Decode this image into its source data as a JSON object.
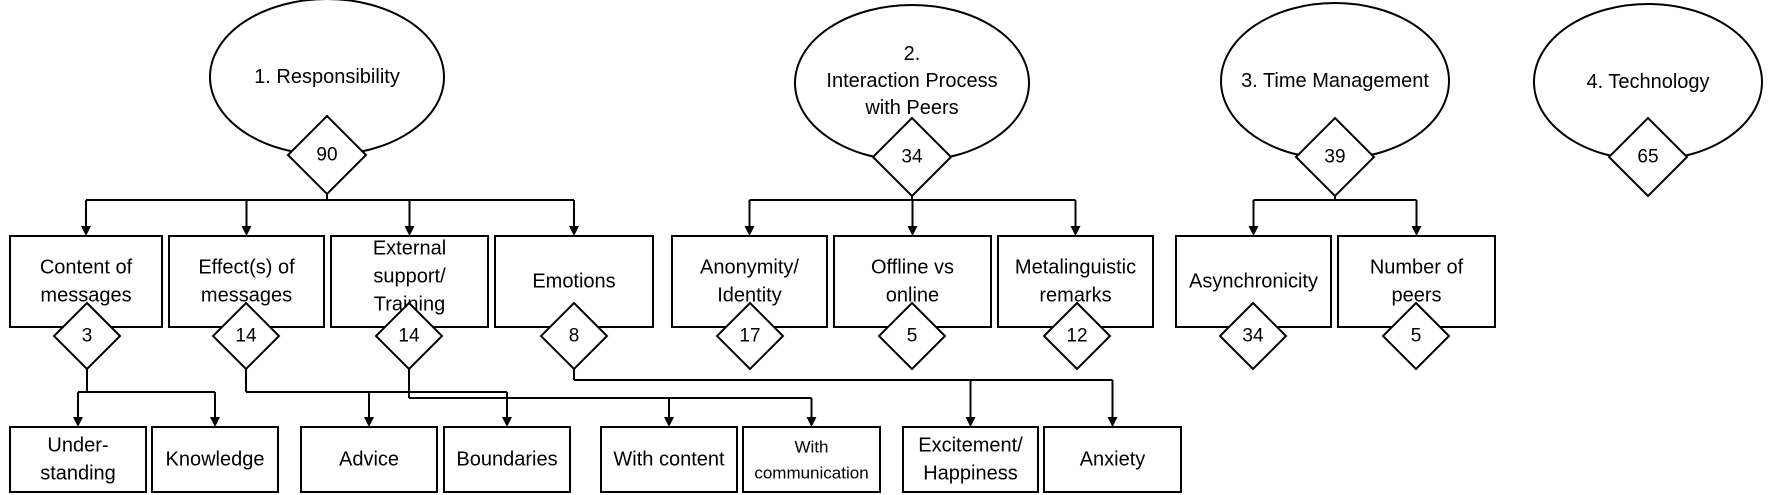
{
  "themes": [
    {
      "id": "responsibility",
      "label_lines": [
        "1. Responsibility"
      ],
      "count": "90",
      "subcategories": [
        {
          "id": "content-of-messages",
          "label_lines": [
            "Content of",
            "messages"
          ],
          "count": "3"
        },
        {
          "id": "effects-of-messages",
          "label_lines": [
            "Effect(s) of",
            "messages"
          ],
          "count": "14"
        },
        {
          "id": "external-support-training",
          "label_lines": [
            "External",
            "support/",
            "Training"
          ],
          "count": "14"
        },
        {
          "id": "emotions",
          "label_lines": [
            "Emotions"
          ],
          "count": "8"
        }
      ]
    },
    {
      "id": "interaction-process",
      "label_lines": [
        "2.",
        "Interaction Process",
        "with Peers"
      ],
      "count": "34",
      "subcategories": [
        {
          "id": "anonymity-identity",
          "label_lines": [
            "Anonymity/",
            "Identity"
          ],
          "count": "17"
        },
        {
          "id": "offline-vs-online",
          "label_lines": [
            "Offline vs",
            "online"
          ],
          "count": "5"
        },
        {
          "id": "metalinguistic-remarks",
          "label_lines": [
            "Metalinguistic",
            "remarks"
          ],
          "count": "12"
        }
      ]
    },
    {
      "id": "time-management",
      "label_lines": [
        "3. Time Management"
      ],
      "count": "39",
      "subcategories": [
        {
          "id": "asynchronicity",
          "label_lines": [
            "Asynchronicity"
          ],
          "count": "34"
        },
        {
          "id": "number-of-peers",
          "label_lines": [
            "Number of",
            "peers"
          ],
          "count": "5"
        }
      ]
    },
    {
      "id": "technology",
      "label_lines": [
        "4. Technology"
      ],
      "count": "65",
      "subcategories": []
    }
  ],
  "leaves": [
    {
      "id": "under-standing",
      "parent": "content-of-messages",
      "label_lines": [
        "Under-",
        "standing"
      ]
    },
    {
      "id": "knowledge",
      "parent": "content-of-messages",
      "label_lines": [
        "Knowledge"
      ]
    },
    {
      "id": "advice",
      "parent": "effects-of-messages",
      "label_lines": [
        "Advice"
      ]
    },
    {
      "id": "boundaries",
      "parent": "effects-of-messages",
      "label_lines": [
        "Boundaries"
      ]
    },
    {
      "id": "with-content",
      "parent": "external-support-training",
      "label_lines": [
        "With content"
      ]
    },
    {
      "id": "with-communication",
      "parent": "external-support-training",
      "label_lines": [
        "With",
        "communication"
      ]
    },
    {
      "id": "excitement-happiness",
      "parent": "emotions",
      "label_lines": [
        "Excitement/",
        "Happiness"
      ]
    },
    {
      "id": "anxiety",
      "parent": "emotions",
      "label_lines": [
        "Anxiety"
      ]
    }
  ]
}
